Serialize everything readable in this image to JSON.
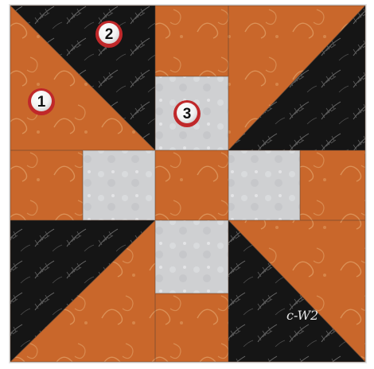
{
  "block": {
    "markers": [
      {
        "id": "marker-1",
        "label": "1"
      },
      {
        "id": "marker-2",
        "label": "2"
      },
      {
        "id": "marker-3",
        "label": "3"
      }
    ],
    "signature": "c-W2"
  },
  "colors": {
    "orange": "#c9672b",
    "orange_light": "#d98a4a",
    "black": "#151515",
    "gray": "#cfd0d2",
    "seam": "#5a4030",
    "marker_red": "#c0282a",
    "frame": "#e6e6e6"
  }
}
